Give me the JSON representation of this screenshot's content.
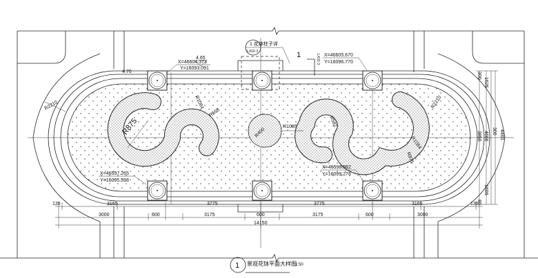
{
  "drawing": {
    "title_number": "1",
    "title": "景观花钵平面大样图",
    "scale": "1:50",
    "callout_detail": "1 花钵柱子详",
    "callout_ref": "LX02-3",
    "section_mark_top": "1",
    "section_mark_ref": "LX02-3",
    "elevation": "4.65",
    "small_dim_left": "4.70"
  },
  "coordinates": [
    {
      "x": "X=46604.373",
      "y": "Y=16093.091"
    },
    {
      "x": "X=46605.670",
      "y": "Y=16096.770"
    },
    {
      "x": "X=46597.265",
      "y": "Y=16095.598"
    },
    {
      "x": "X=46598.562",
      "y": "Y=16099.276"
    }
  ],
  "radii": {
    "left_outer": "R2210",
    "right_outer": "R2210",
    "left_s_big": "R875",
    "left_s_small": "R1084",
    "left_s_width": "R550",
    "center_circle": "R400",
    "center_link": "R1085",
    "right_s_small": "R582",
    "right_s_big": "R1084",
    "right_s_width": "R875"
  },
  "dims_row1": [
    "135",
    "3165",
    "3775",
    "3775",
    "3165",
    "135"
  ],
  "dims_row2": [
    "3000",
    "600",
    "3175",
    "600",
    "3175",
    "600",
    "3000"
  ],
  "dims_total": "14150",
  "dims_right": [
    "300",
    "1625",
    "3850",
    "4666",
    "4460",
    "1609",
    "300",
    "80"
  ]
}
